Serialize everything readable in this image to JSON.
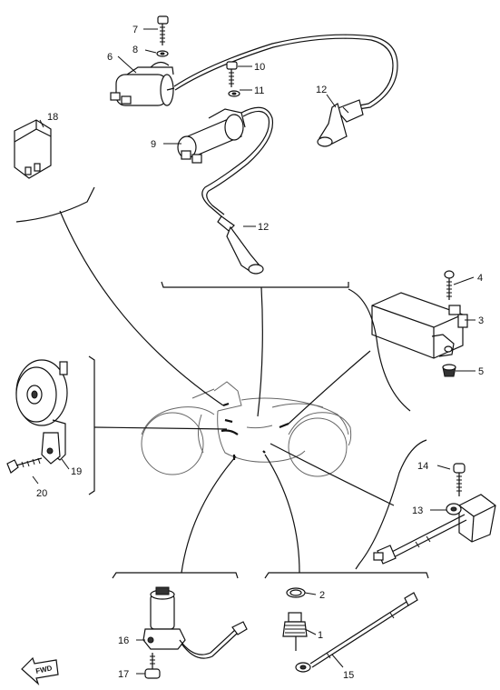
{
  "labels": {
    "n1": "1",
    "n2": "2",
    "n3": "3",
    "n4": "4",
    "n5": "5",
    "n6": "6",
    "n7": "7",
    "n8": "8",
    "n9": "9",
    "n10": "10",
    "n11": "11",
    "n12a": "12",
    "n12b": "12",
    "n13": "13",
    "n14": "14",
    "n15": "15",
    "n16": "16",
    "n17": "17",
    "n18": "18",
    "n19": "19",
    "n20": "20"
  },
  "fwd_text": "FWD",
  "colors": {
    "ink": "#111111",
    "paper": "#ffffff",
    "faint": "#666666"
  }
}
